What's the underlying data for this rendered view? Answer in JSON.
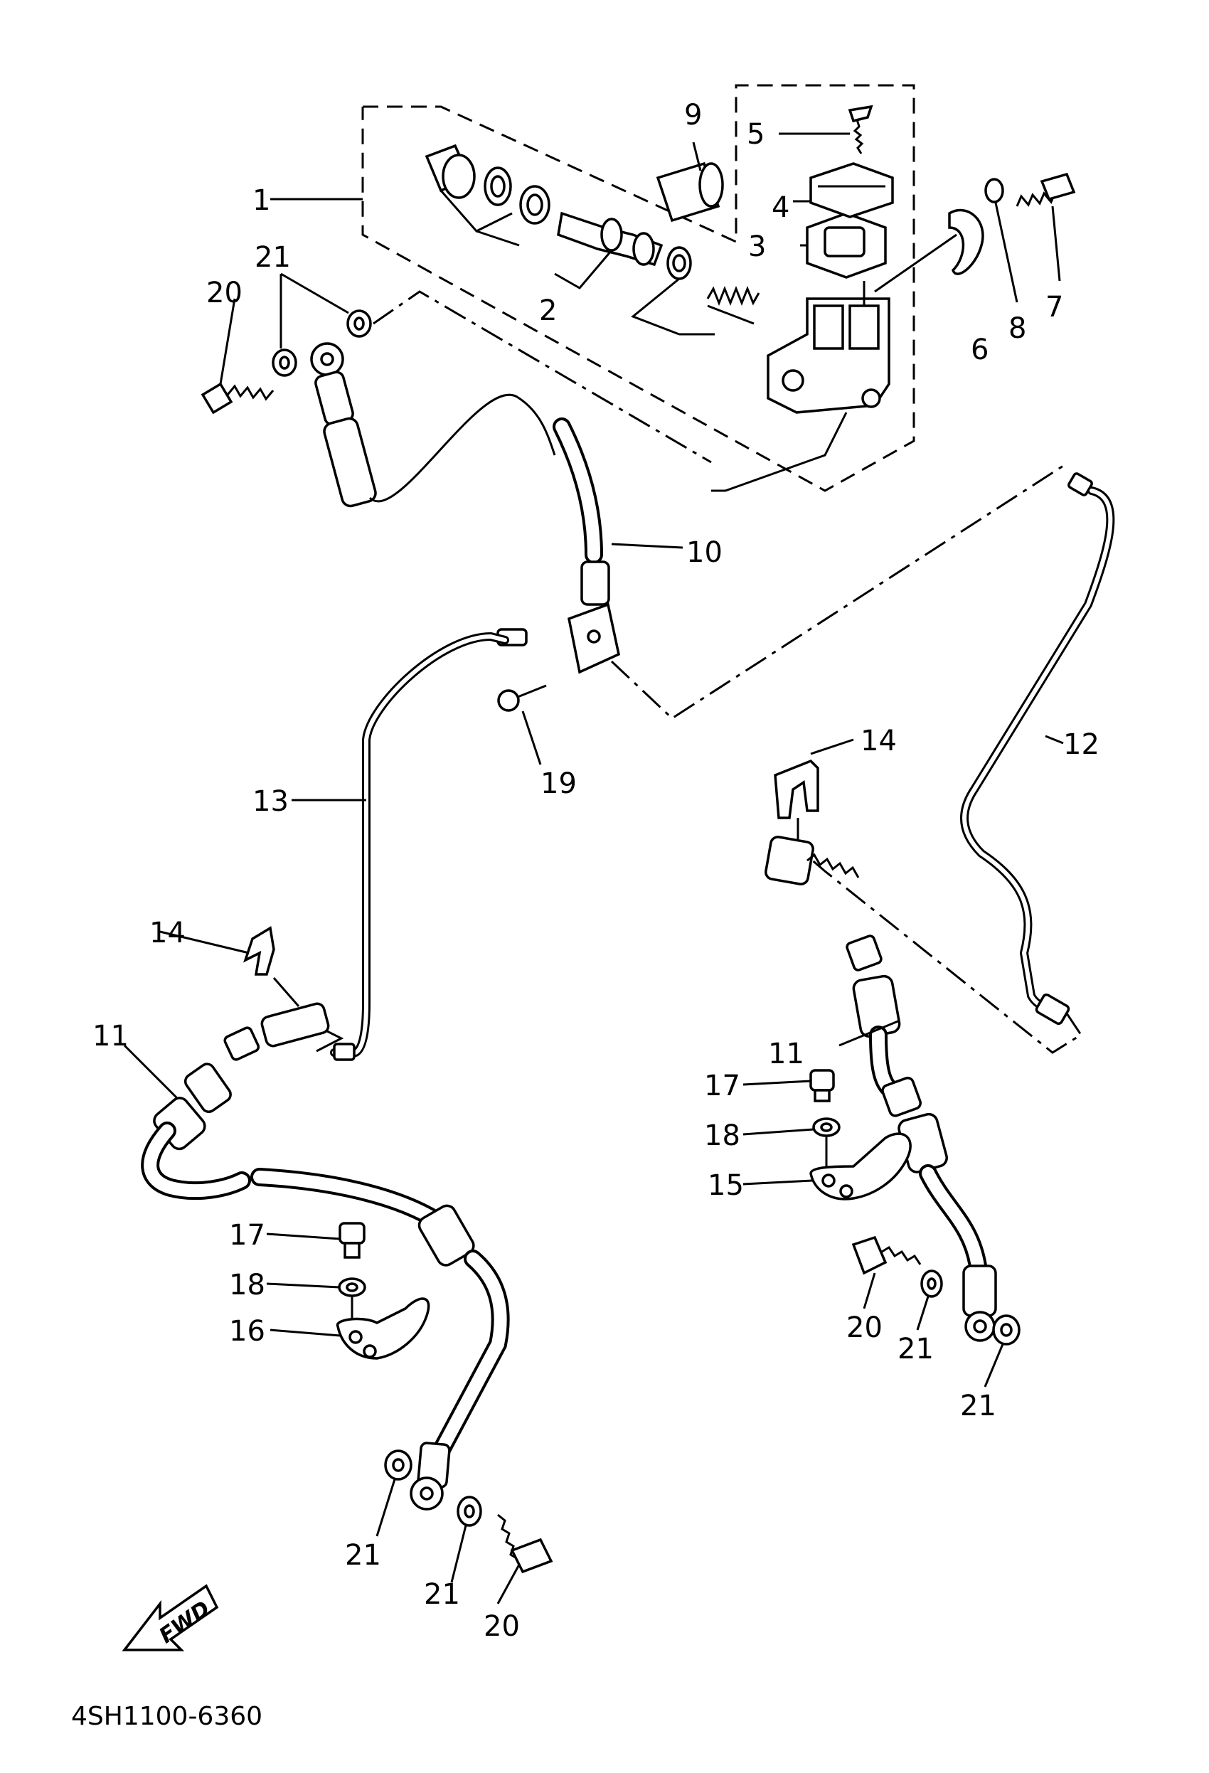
{
  "diagram": {
    "part_code": "4SH1100-6360",
    "fwd_label": "FWD",
    "labels": [
      {
        "id": "1",
        "text": "1"
      },
      {
        "id": "2",
        "text": "2"
      },
      {
        "id": "3",
        "text": "3"
      },
      {
        "id": "4",
        "text": "4"
      },
      {
        "id": "5",
        "text": "5"
      },
      {
        "id": "6",
        "text": "6"
      },
      {
        "id": "7",
        "text": "7"
      },
      {
        "id": "8",
        "text": "8"
      },
      {
        "id": "9",
        "text": "9"
      },
      {
        "id": "10",
        "text": "10"
      },
      {
        "id": "11a",
        "text": "11"
      },
      {
        "id": "11b",
        "text": "11"
      },
      {
        "id": "12",
        "text": "12"
      },
      {
        "id": "13",
        "text": "13"
      },
      {
        "id": "14a",
        "text": "14"
      },
      {
        "id": "14b",
        "text": "14"
      },
      {
        "id": "15",
        "text": "15"
      },
      {
        "id": "16",
        "text": "16"
      },
      {
        "id": "17a",
        "text": "17"
      },
      {
        "id": "17b",
        "text": "17"
      },
      {
        "id": "18a",
        "text": "18"
      },
      {
        "id": "18b",
        "text": "18"
      },
      {
        "id": "19",
        "text": "19"
      },
      {
        "id": "20a",
        "text": "20"
      },
      {
        "id": "20b",
        "text": "20"
      },
      {
        "id": "20c",
        "text": "20"
      },
      {
        "id": "21a",
        "text": "21"
      },
      {
        "id": "21b",
        "text": "21"
      },
      {
        "id": "21c",
        "text": "21"
      },
      {
        "id": "21d",
        "text": "21"
      },
      {
        "id": "21e",
        "text": "21"
      }
    ]
  }
}
